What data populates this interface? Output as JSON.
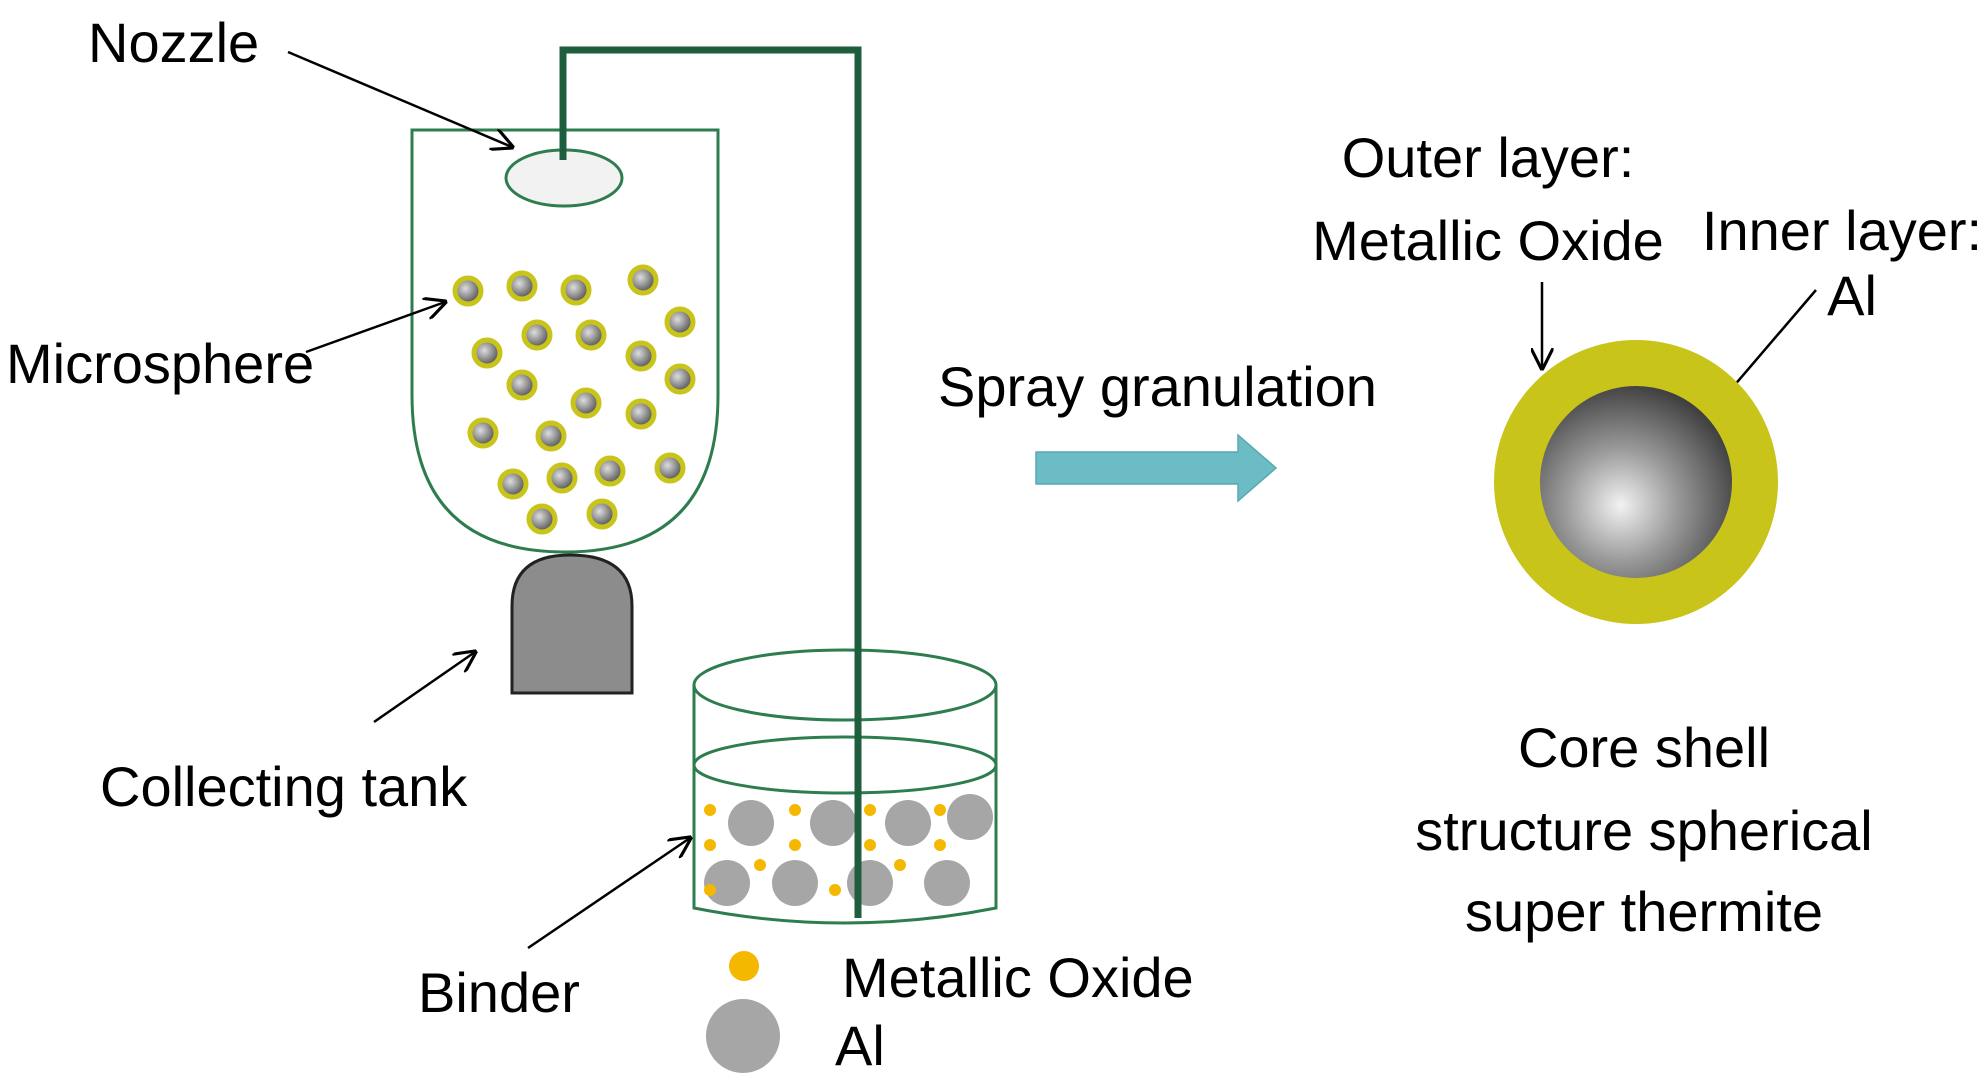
{
  "labels": {
    "nozzle": "Nozzle",
    "microsphere": "Microsphere",
    "collecting_tank": "Collecting tank",
    "binder": "Binder",
    "spray_granulation": "Spray granulation",
    "outer_layer_line1": "Outer layer:",
    "outer_layer_line2": "Metallic Oxide",
    "inner_layer_line1": "Inner layer:",
    "inner_layer_line2": "Al",
    "product_line1": "Core shell",
    "product_line2": "structure spherical",
    "product_line3": "super thermite"
  },
  "legend": {
    "metallic_oxide": "Metallic Oxide",
    "al": "Al"
  },
  "colors": {
    "pipe": "#1e5e3c",
    "vessel_outline": "#2e7d4f",
    "shell": "#c8c41a",
    "oxide_particle": "#f5b800",
    "al_particle": "#a6a6a6",
    "tank": "#8c8c8c",
    "flow_arrow": "#6bbcc4"
  }
}
